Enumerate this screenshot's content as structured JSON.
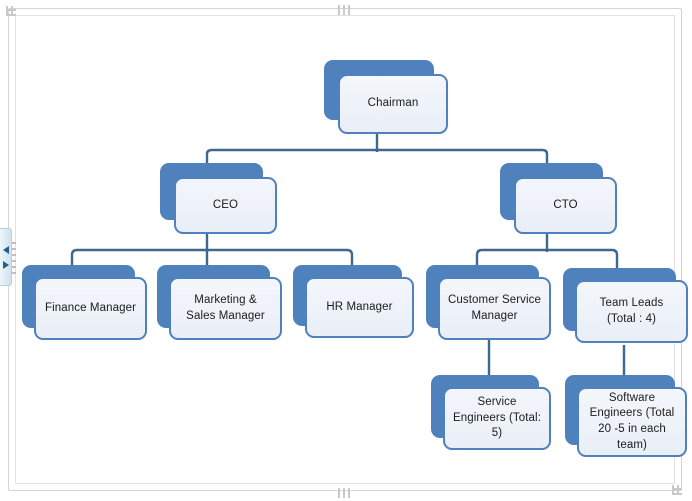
{
  "app": {
    "type": "org-chart-editor",
    "canvas_background": "#ffffff",
    "frame_border_color": "#d4d4d4"
  },
  "theme": {
    "node_border_color": "#4f81bd",
    "node_shadow_color": "#4f81bd",
    "node_fill_color": "#eef2f9",
    "connector_color": "#40678f",
    "text_color": "#1b1b1b"
  },
  "splitter": {
    "name": "pane-splitter",
    "arrow_up": "▲",
    "arrow_down": "▼"
  },
  "chart_data": {
    "type": "org-chart",
    "title": "",
    "nodes": [
      {
        "id": "chairman",
        "label": "Chairman",
        "level": 0,
        "parent": null
      },
      {
        "id": "ceo",
        "label": "CEO",
        "level": 1,
        "parent": "chairman"
      },
      {
        "id": "cto",
        "label": "CTO",
        "level": 1,
        "parent": "chairman"
      },
      {
        "id": "finance",
        "label": "Finance Manager",
        "level": 2,
        "parent": "ceo"
      },
      {
        "id": "marketing",
        "label": "Marketing & Sales Manager",
        "level": 2,
        "parent": "ceo"
      },
      {
        "id": "hr",
        "label": "HR Manager",
        "level": 2,
        "parent": "ceo"
      },
      {
        "id": "customer",
        "label": "Customer Service Manager",
        "level": 2,
        "parent": "cto"
      },
      {
        "id": "teamleads",
        "label": "Team Leads (Total : 4)",
        "level": 2,
        "parent": "cto"
      },
      {
        "id": "serviceeng",
        "label": "Service Engineers (Total: 5)",
        "level": 3,
        "parent": "customer"
      },
      {
        "id": "softwareeng",
        "label": "Software Engineers (Total 20 -5 in each team)",
        "level": 3,
        "parent": "teamleads"
      }
    ]
  }
}
